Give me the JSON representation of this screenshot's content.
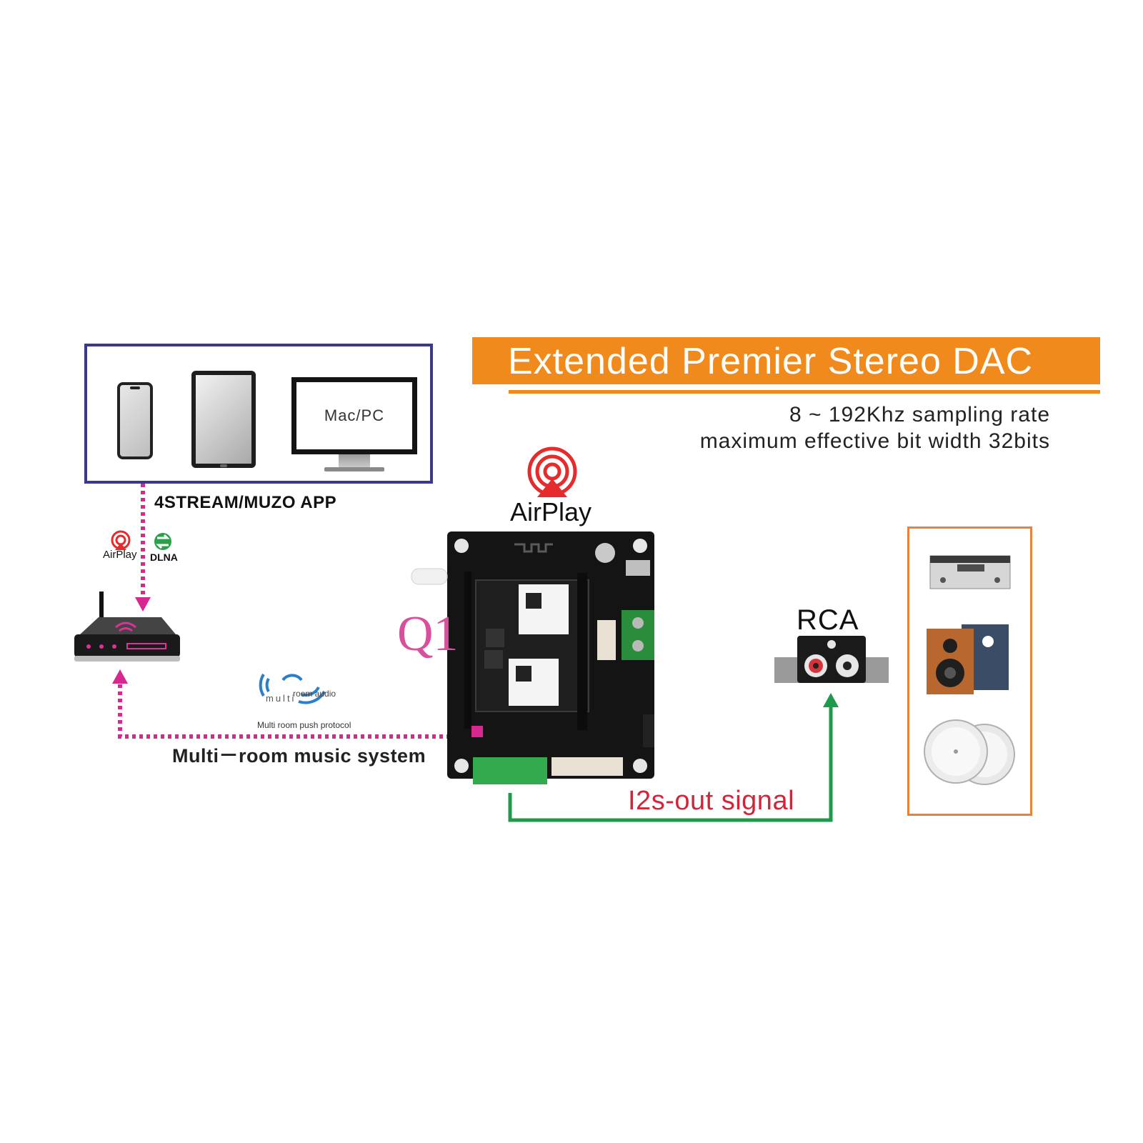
{
  "devices": {
    "monitor_label": "Mac/PC"
  },
  "app_label": "4STREAM/MUZO APP",
  "banner": {
    "title": "Extended Premier Stereo DAC"
  },
  "specs": {
    "line1": "8 ~ 192Khz sampling rate",
    "line2": "maximum effective bit width 32bits"
  },
  "protocols": {
    "airplay_large": "AirPlay",
    "airplay_small": "AirPlay",
    "dlna": "DLNA"
  },
  "board_label": "Q1",
  "multiroom": {
    "logo_word": "multi",
    "logo_sub": "room audio",
    "protocol": "Multi room push protocol",
    "system": "Multi－room  music system"
  },
  "output": {
    "rca": "RCA",
    "signal": "I2s-out signal"
  },
  "colors": {
    "banner": "#f08a1c",
    "device_box": "#3a3a8c",
    "wifi_link": "#d6288f",
    "i2s_link": "#1f9a4a",
    "q1_text": "#d8509c",
    "i2s_text": "#d0263a",
    "equipment_box": "#e7823a"
  }
}
